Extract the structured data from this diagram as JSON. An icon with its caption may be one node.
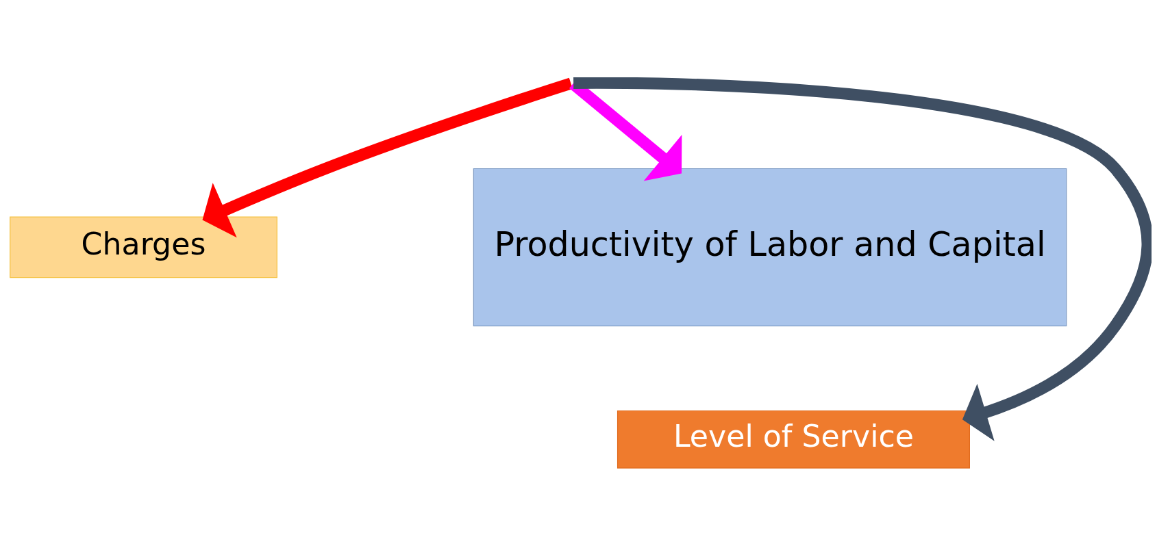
{
  "diagram": {
    "nodes": [
      {
        "text": [
          "Charges"
        ]
      },
      {
        "text": [
          "Productivity of Labor and Capital"
        ]
      },
      {
        "text": [
          "Level of Service"
        ]
      }
    ],
    "edges": [
      {
        "from": null,
        "to": 0,
        "arrow": "to",
        "color": "#ff0000"
      },
      {
        "from": null,
        "to": 2,
        "arrow": "to",
        "color": "#3f4f63"
      },
      {
        "from": null,
        "to": 1,
        "arrow": "to",
        "color": "#ff00ff"
      }
    ]
  }
}
